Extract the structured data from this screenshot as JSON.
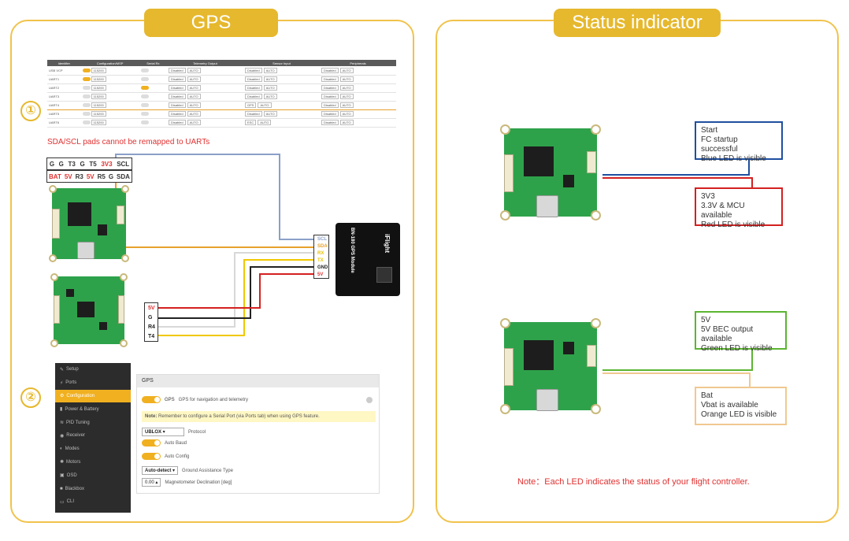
{
  "gps_panel": {
    "title": "GPS",
    "step1": "①",
    "step2": "②",
    "remap_note": "SDA/SCL pads cannot be remapped to UARTs"
  },
  "ports_table": {
    "headers": [
      "Identifier",
      "Configuration/MSP",
      "Serial Rx",
      "Telemetry Output",
      "Sensor Input",
      "Peripherals"
    ],
    "rows": [
      {
        "id": "USB VCP",
        "msp": true,
        "baud": "115200",
        "rx": false,
        "tel": "Disabled",
        "tel_b": "AUTO",
        "sensor": "Disabled",
        "sensor_b": "AUTO",
        "per": "Disabled",
        "per_b": "AUTO"
      },
      {
        "id": "UART1",
        "msp": true,
        "baud": "115200",
        "rx": false,
        "tel": "Disabled",
        "tel_b": "AUTO",
        "sensor": "Disabled",
        "sensor_b": "AUTO",
        "per": "Disabled",
        "per_b": "AUTO"
      },
      {
        "id": "UART2",
        "msp": false,
        "baud": "115200",
        "rx": true,
        "tel": "Disabled",
        "tel_b": "AUTO",
        "sensor": "Disabled",
        "sensor_b": "AUTO",
        "per": "Disabled",
        "per_b": "AUTO"
      },
      {
        "id": "UART3",
        "msp": false,
        "baud": "115200",
        "rx": false,
        "tel": "Disabled",
        "tel_b": "AUTO",
        "sensor": "Disabled",
        "sensor_b": "AUTO",
        "per": "Disabled",
        "per_b": "AUTO"
      },
      {
        "id": "UART4",
        "msp": false,
        "baud": "115200",
        "rx": false,
        "tel": "Disabled",
        "tel_b": "AUTO",
        "sensor": "GPS",
        "sensor_b": "AUTO",
        "per": "Disabled",
        "per_b": "AUTO",
        "highlight": true
      },
      {
        "id": "UART5",
        "msp": false,
        "baud": "115200",
        "rx": false,
        "tel": "Disabled",
        "tel_b": "AUTO",
        "sensor": "Disabled",
        "sensor_b": "AUTO",
        "per": "Disabled",
        "per_b": "AUTO"
      },
      {
        "id": "UART6",
        "msp": false,
        "baud": "115200",
        "rx": false,
        "tel": "Disabled",
        "tel_b": "AUTO",
        "sensor": "ESC",
        "sensor_b": "AUTO",
        "per": "Disabled",
        "per_b": "AUTO"
      }
    ]
  },
  "top_pins": {
    "row1": [
      "G",
      "G",
      "T3",
      "G",
      "T5",
      "3V3",
      "SCL"
    ],
    "row1_red": [
      false,
      false,
      false,
      false,
      false,
      true,
      false
    ],
    "row2": [
      "BAT",
      "5V",
      "R3",
      "5V",
      "R5",
      "G",
      "SDA"
    ],
    "row2_red": [
      true,
      true,
      false,
      true,
      false,
      false,
      false
    ]
  },
  "gps_pins": [
    {
      "label": "SCL",
      "color": "#8aa0c8"
    },
    {
      "label": "SDA",
      "color": "#e6a12b"
    },
    {
      "label": "RX",
      "color": "#e8c200"
    },
    {
      "label": "TX",
      "color": "#e8c200"
    },
    {
      "label": "GND",
      "color": "#222222"
    },
    {
      "label": "5V",
      "color": "#e03131"
    }
  ],
  "gps_module": {
    "brand": "iFlight",
    "model": "BN-180 GPS Module"
  },
  "uart_pins": [
    {
      "label": "5V",
      "color": "#e03131"
    },
    {
      "label": "G",
      "color": "#222222"
    },
    {
      "label": "R4",
      "color": "#222222"
    },
    {
      "label": "T4",
      "color": "#222222"
    }
  ],
  "wire_colors": {
    "scl": "#8aa0c8",
    "sda": "#e6a12b",
    "yellow": "#f0c800",
    "white": "#d8d8d8",
    "black": "#222222",
    "red": "#d42020"
  },
  "sidebar": {
    "items": [
      {
        "label": "Setup",
        "icon": "wrench-icon",
        "glyph": "✎",
        "active": false
      },
      {
        "label": "Ports",
        "icon": "plug-icon",
        "glyph": "⚡",
        "active": false
      },
      {
        "label": "Configuration",
        "icon": "gear-icon",
        "glyph": "⚙",
        "active": true
      },
      {
        "label": "Power & Battery",
        "icon": "battery-icon",
        "glyph": "▮",
        "active": false
      },
      {
        "label": "PID Tuning",
        "icon": "tuning-icon",
        "glyph": "≋",
        "active": false
      },
      {
        "label": "Receiver",
        "icon": "receiver-icon",
        "glyph": "◉",
        "active": false
      },
      {
        "label": "Modes",
        "icon": "modes-icon",
        "glyph": "◐",
        "active": false
      },
      {
        "label": "Motors",
        "icon": "motor-icon",
        "glyph": "✺",
        "active": false
      },
      {
        "label": "OSD",
        "icon": "osd-icon",
        "glyph": "▣",
        "active": false
      },
      {
        "label": "Blackbox",
        "icon": "blackbox-icon",
        "glyph": "■",
        "active": false
      },
      {
        "label": "CLI",
        "icon": "cli-icon",
        "glyph": "▭",
        "active": false
      }
    ]
  },
  "config": {
    "section_title": "GPS",
    "gps_label": "GPS",
    "gps_description": "GPS for navigation and telemetry",
    "note_bold": "Note:",
    "note_text": "Remember to configure a Serial Port (via Ports tab) when using GPS feature.",
    "protocol_value": "UBLOX",
    "protocol_label": "Protocol",
    "auto_baud": "Auto Baud",
    "auto_config": "Auto Config",
    "ground_value": "Auto-detect",
    "ground_label": "Ground Assistance Type",
    "mag_value": "0.00",
    "mag_label": "Magnetometer Declination [deg]"
  },
  "status_panel": {
    "title": "Status indicator",
    "boxes": [
      {
        "lines": [
          "Start",
          "FC startup successful",
          "Blue LED is visible"
        ],
        "color": "#1f4fa0"
      },
      {
        "lines": [
          "3V3",
          "3.3V & MCU available",
          "Red LED is visible"
        ],
        "color": "#d42020"
      },
      {
        "lines": [
          "5V",
          "5V BEC output available",
          "Green LED is visible"
        ],
        "color": "#5bb531"
      },
      {
        "lines": [
          "Bat",
          "Vbat is available",
          "Orange LED is visible"
        ],
        "color": "#f0c890"
      }
    ],
    "note": "Note：Each LED indicates the status of your flight controller."
  }
}
